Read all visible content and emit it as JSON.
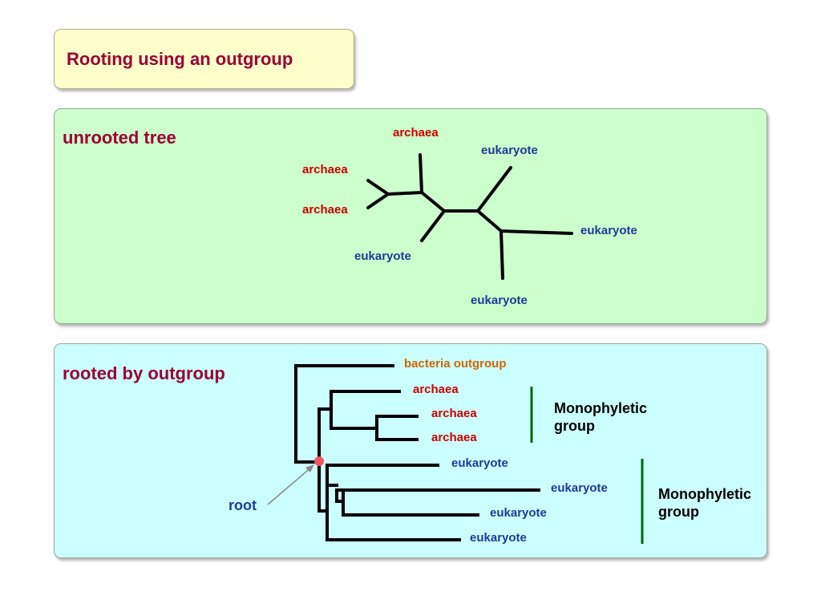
{
  "title": "Rooting using an outgroup",
  "unrooted": {
    "heading": "unrooted tree",
    "leaves": [
      "archaea",
      "archaea",
      "archaea",
      "eukaryote",
      "eukaryote",
      "eukaryote",
      "eukaryote"
    ]
  },
  "rooted": {
    "heading": "rooted by outgroup",
    "outgroup": "bacteria outgroup",
    "archaea": [
      "archaea",
      "archaea",
      "archaea"
    ],
    "eukaryotes": [
      "eukaryote",
      "eukaryote",
      "eukaryote",
      "eukaryote"
    ],
    "group_label_1": "Monophyletic group",
    "group_label_2": "Monophyletic group",
    "root_label": "root"
  },
  "colors": {
    "archaea": "#cc0000",
    "eukaryote": "#1f3a99",
    "outgroup": "#cc6600",
    "group_bar": "#006600",
    "root_dot": "#ee5566",
    "branch": "#000000"
  }
}
